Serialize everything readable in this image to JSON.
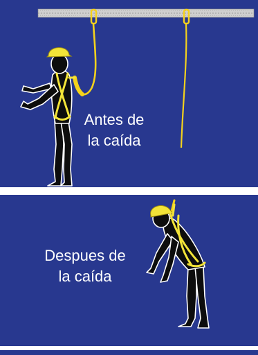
{
  "colors": {
    "background_blue": "#28388f",
    "divider_white": "#ffffff",
    "beam_gray": "#cfcfcf",
    "lanyard_yellow": "#f4d21c",
    "harness_yellow": "#f2e338",
    "figure_black": "#0d0d0d",
    "outline_white": "#ffffff"
  },
  "panels": {
    "before": {
      "caption_line1": "Antes de",
      "caption_line2": "la caída"
    },
    "after": {
      "caption_line1": "Despues de",
      "caption_line2": "la caída"
    }
  },
  "icons": [
    "anchor-beam",
    "snap-hook",
    "hard-hat",
    "safety-harness",
    "lanyard"
  ]
}
